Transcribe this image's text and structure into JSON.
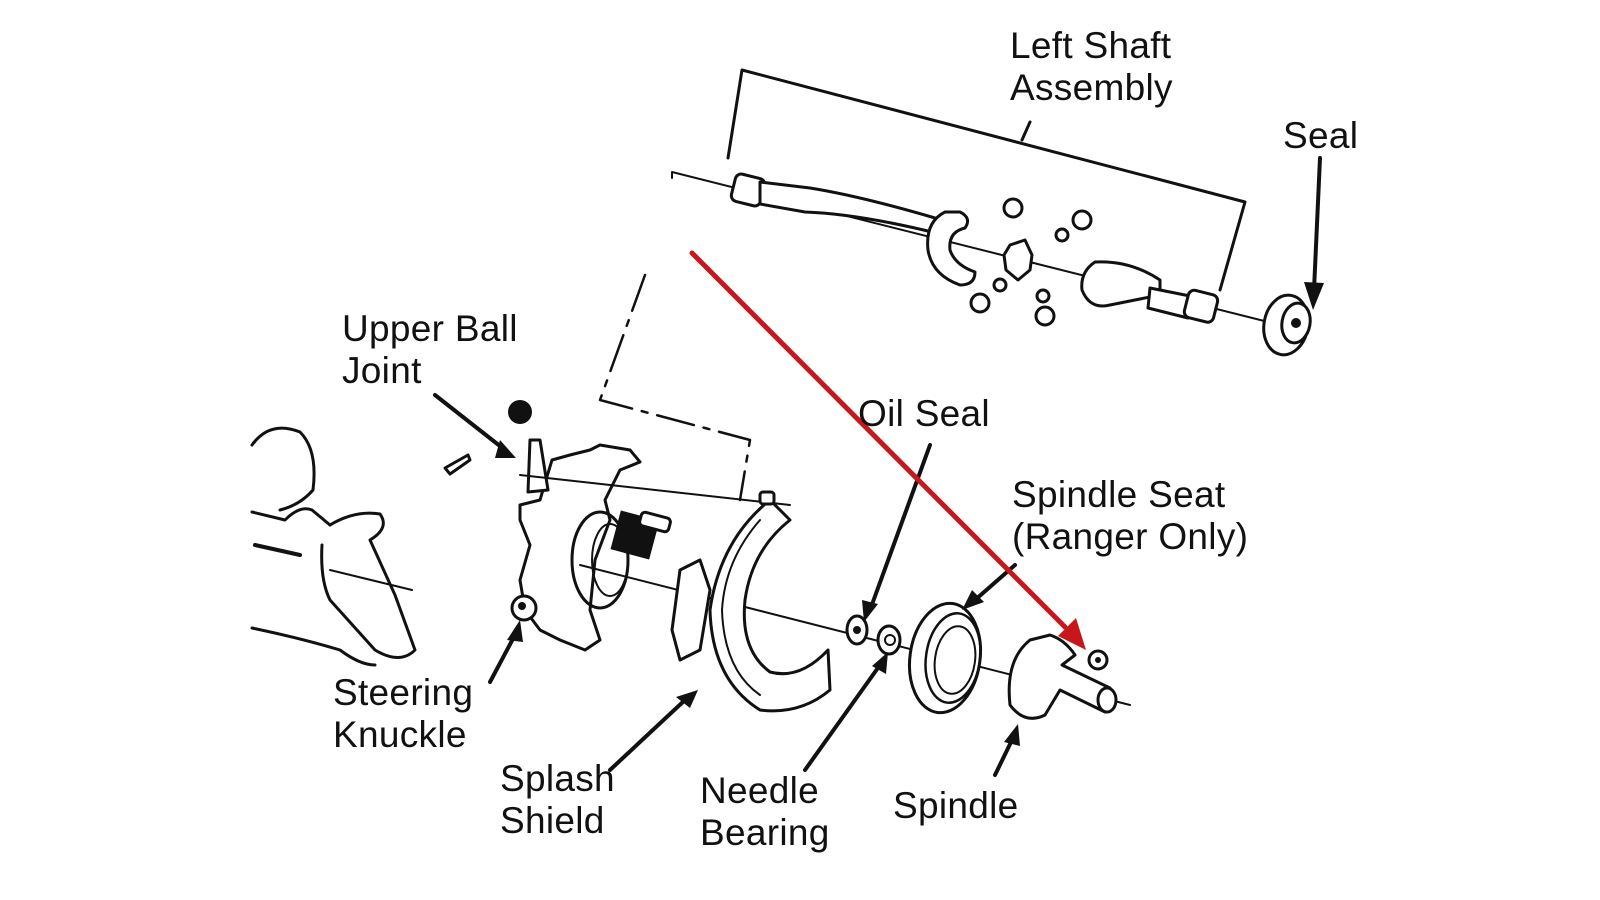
{
  "diagram": {
    "type": "exploded-parts-view",
    "subject": "Front axle / spindle assembly (left side)",
    "labels": {
      "left_shaft_assembly": [
        "Left Shaft",
        "Assembly"
      ],
      "seal": "Seal",
      "upper_ball_joint": [
        "Upper Ball",
        "Joint"
      ],
      "oil_seal": "Oil Seal",
      "spindle_seat": [
        "Spindle Seat",
        "(Ranger Only)"
      ],
      "steering_knuckle": [
        "Steering",
        "Knuckle"
      ],
      "splash_shield": [
        "Splash",
        "Shield"
      ],
      "needle_bearing": [
        "Needle",
        "Bearing"
      ],
      "spindle": "Spindle"
    },
    "annotation": {
      "kind": "arrow",
      "color": "#c8161d",
      "points_to": "spindle nut / stud on spindle"
    },
    "colors": {
      "ink": "#111111",
      "background": "#ffffff"
    }
  }
}
